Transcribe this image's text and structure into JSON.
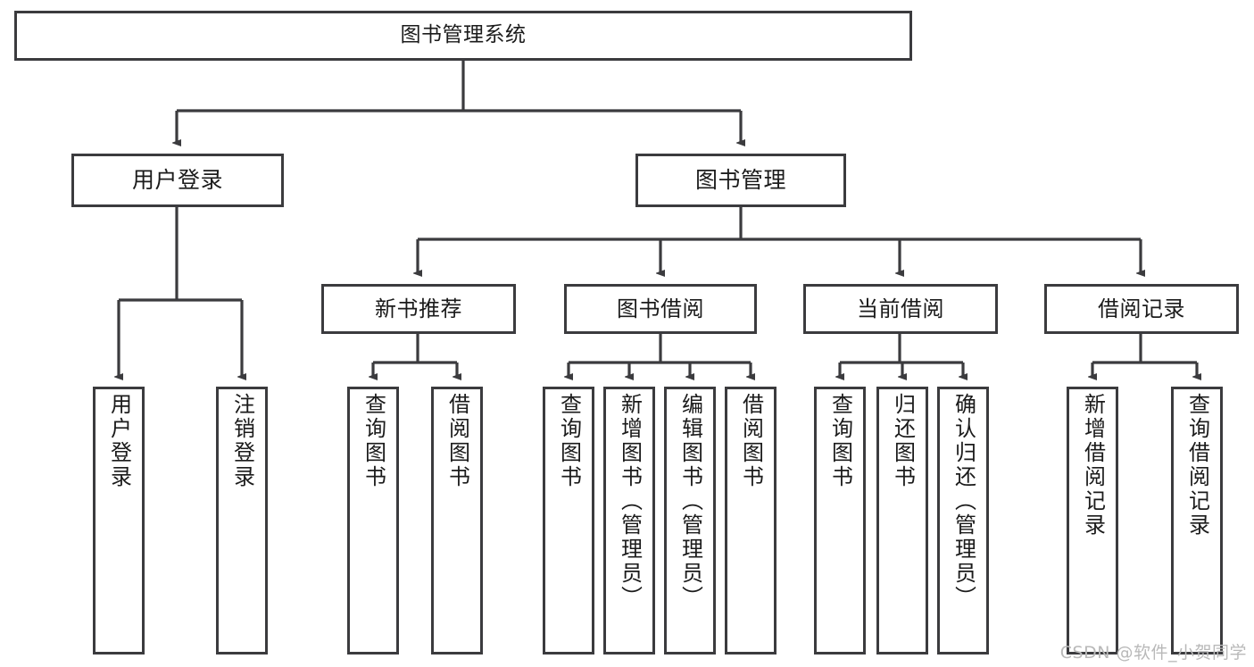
{
  "diagram": {
    "type": "tree",
    "title": "图书管理系统",
    "watermark": "CSDN @软件_小贺同学",
    "colors": {
      "line": "#3b3b3e",
      "box_border": "#3b3b3e",
      "box_fill": "#ffffff",
      "text": "#1b1b1b",
      "background": "#ffffff",
      "watermark": "#b9b9b9"
    },
    "root": {
      "label": "图书管理系统"
    },
    "level1": [
      {
        "label": "用户登录"
      },
      {
        "label": "图书管理"
      }
    ],
    "level2": [
      {
        "label": "新书推荐"
      },
      {
        "label": "图书借阅"
      },
      {
        "label": "当前借阅"
      },
      {
        "label": "借阅记录"
      }
    ],
    "leaves": {
      "user_login": [
        {
          "label": "用户登录"
        },
        {
          "label": "注销登录"
        }
      ],
      "new_book_recommend": [
        {
          "label": "查询图书"
        },
        {
          "label": "借阅图书"
        }
      ],
      "book_borrow": [
        {
          "label": "查询图书"
        },
        {
          "label": "新增图书（管理员）"
        },
        {
          "label": "编辑图书（管理员）"
        },
        {
          "label": "借阅图书"
        }
      ],
      "current_borrow": [
        {
          "label": "查询图书"
        },
        {
          "label": "归还图书"
        },
        {
          "label": "确认归还（管理员）"
        }
      ],
      "borrow_record": [
        {
          "label": "新增借阅记录"
        },
        {
          "label": "查询借阅记录"
        }
      ]
    }
  }
}
